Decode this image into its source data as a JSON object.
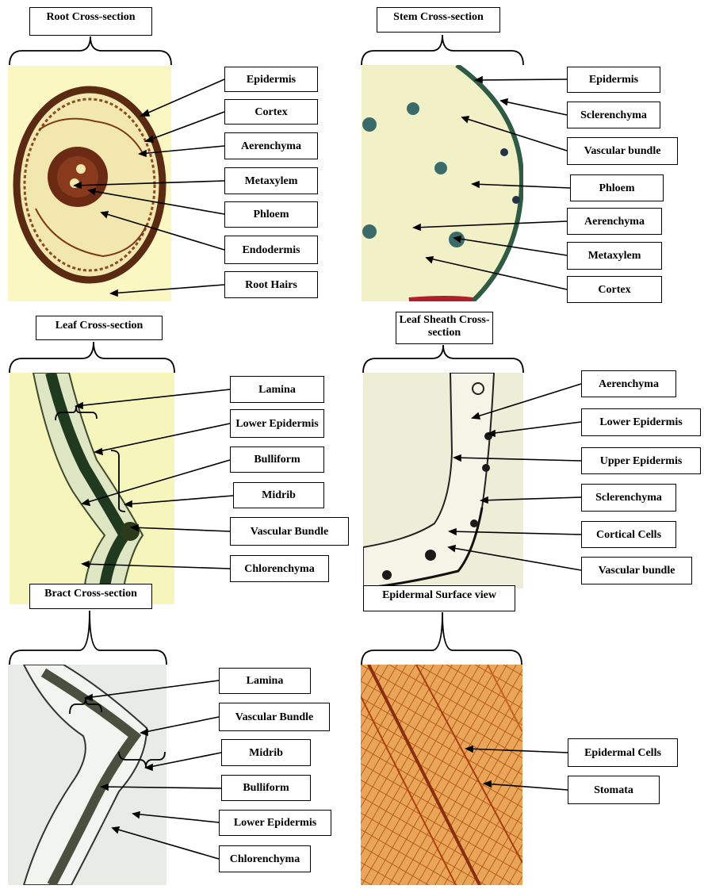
{
  "panels": {
    "root": {
      "title": "Root Cross-section",
      "labels": [
        "Epidermis",
        "Cortex",
        "Aerenchyma",
        "Metaxylem",
        "Phloem",
        "Endodermis",
        "Root Hairs"
      ]
    },
    "stem": {
      "title": "Stem Cross-section",
      "labels": [
        "Epidermis",
        "Sclerenchyma",
        "Vascular bundle",
        "Phloem",
        "Aerenchyma",
        "Metaxylem",
        "Cortex"
      ]
    },
    "leaf": {
      "title": "Leaf Cross-section",
      "labels": [
        "Lamina",
        "Lower Epidermis",
        "Bulliform",
        "Midrib",
        "Vascular Bundle",
        "Chlorenchyma"
      ]
    },
    "sheath": {
      "title": "Leaf Sheath Cross-section",
      "labels": [
        "Aerenchyma",
        "Lower Epidermis",
        "Upper Epidermis",
        "Sclerenchyma",
        "Cortical Cells",
        "Vascular bundle"
      ]
    },
    "bract": {
      "title": "Bract Cross-section",
      "labels": [
        "Lamina",
        "Vascular Bundle",
        "Midrib",
        "Bulliform",
        "Lower Epidermis",
        "Chlorenchyma"
      ]
    },
    "epidermal": {
      "title": "Epidermal Surface view",
      "labels": [
        "Epidermal Cells",
        "Stomata"
      ]
    }
  },
  "colors": {
    "root_bg": "#fbf7c2",
    "stem_bg": "#f4f2c4",
    "leaf_bg": "#f6f6bc",
    "sheath_bg": "#eeeed8",
    "bract_bg": "#e9ece6",
    "epi_bg": "#e69a4a"
  }
}
